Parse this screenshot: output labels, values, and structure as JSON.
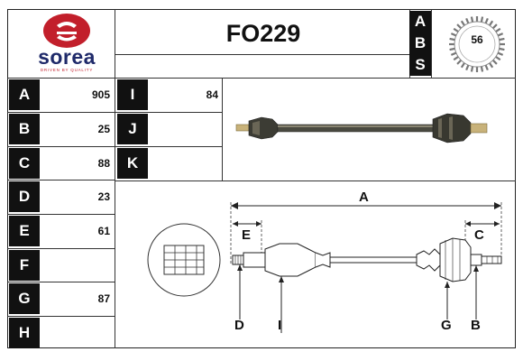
{
  "header": {
    "brand": "sorea",
    "tagline": "DRIVEN BY QUALITY",
    "code": "FO229",
    "abs_letters": [
      "A",
      "B",
      "S"
    ],
    "teeth": "56"
  },
  "specs": [
    {
      "label": "A",
      "value": "905"
    },
    {
      "label": "B",
      "value": "25"
    },
    {
      "label": "C",
      "value": "88"
    },
    {
      "label": "D",
      "value": "23"
    },
    {
      "label": "E",
      "value": "61"
    },
    {
      "label": "F",
      "value": ""
    },
    {
      "label": "G",
      "value": "87"
    },
    {
      "label": "H",
      "value": ""
    }
  ],
  "specs_right": [
    {
      "label": "I",
      "value": "84"
    },
    {
      "label": "J",
      "value": ""
    },
    {
      "label": "K",
      "value": ""
    }
  ],
  "diagram_labels": {
    "A": "A",
    "E": "E",
    "C": "C",
    "D": "D",
    "I": "I",
    "G": "G",
    "B": "B"
  },
  "colors": {
    "brand_red": "#c21f2b",
    "brand_blue": "#1f2a6a",
    "label_bg": "#111111"
  }
}
